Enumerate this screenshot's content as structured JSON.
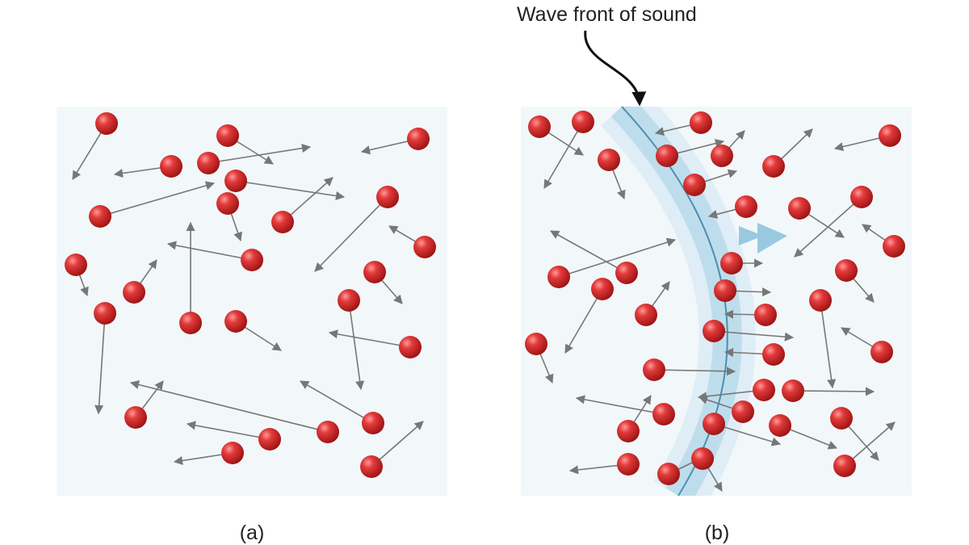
{
  "annotation": {
    "wave_front_label": "Wave front of sound"
  },
  "panels": [
    {
      "caption": "(a)"
    },
    {
      "caption": "(b)"
    }
  ],
  "colors": {
    "panel_background": "#f2f7fa",
    "molecule_fill": "#d42a2a",
    "velocity_arrow": "#777777",
    "wave_front_line": "#4d8fb0",
    "wave_front_glow": "#8fc3de"
  },
  "icons": {
    "molecule": "red-sphere-icon",
    "velocity": "arrow-icon"
  }
}
